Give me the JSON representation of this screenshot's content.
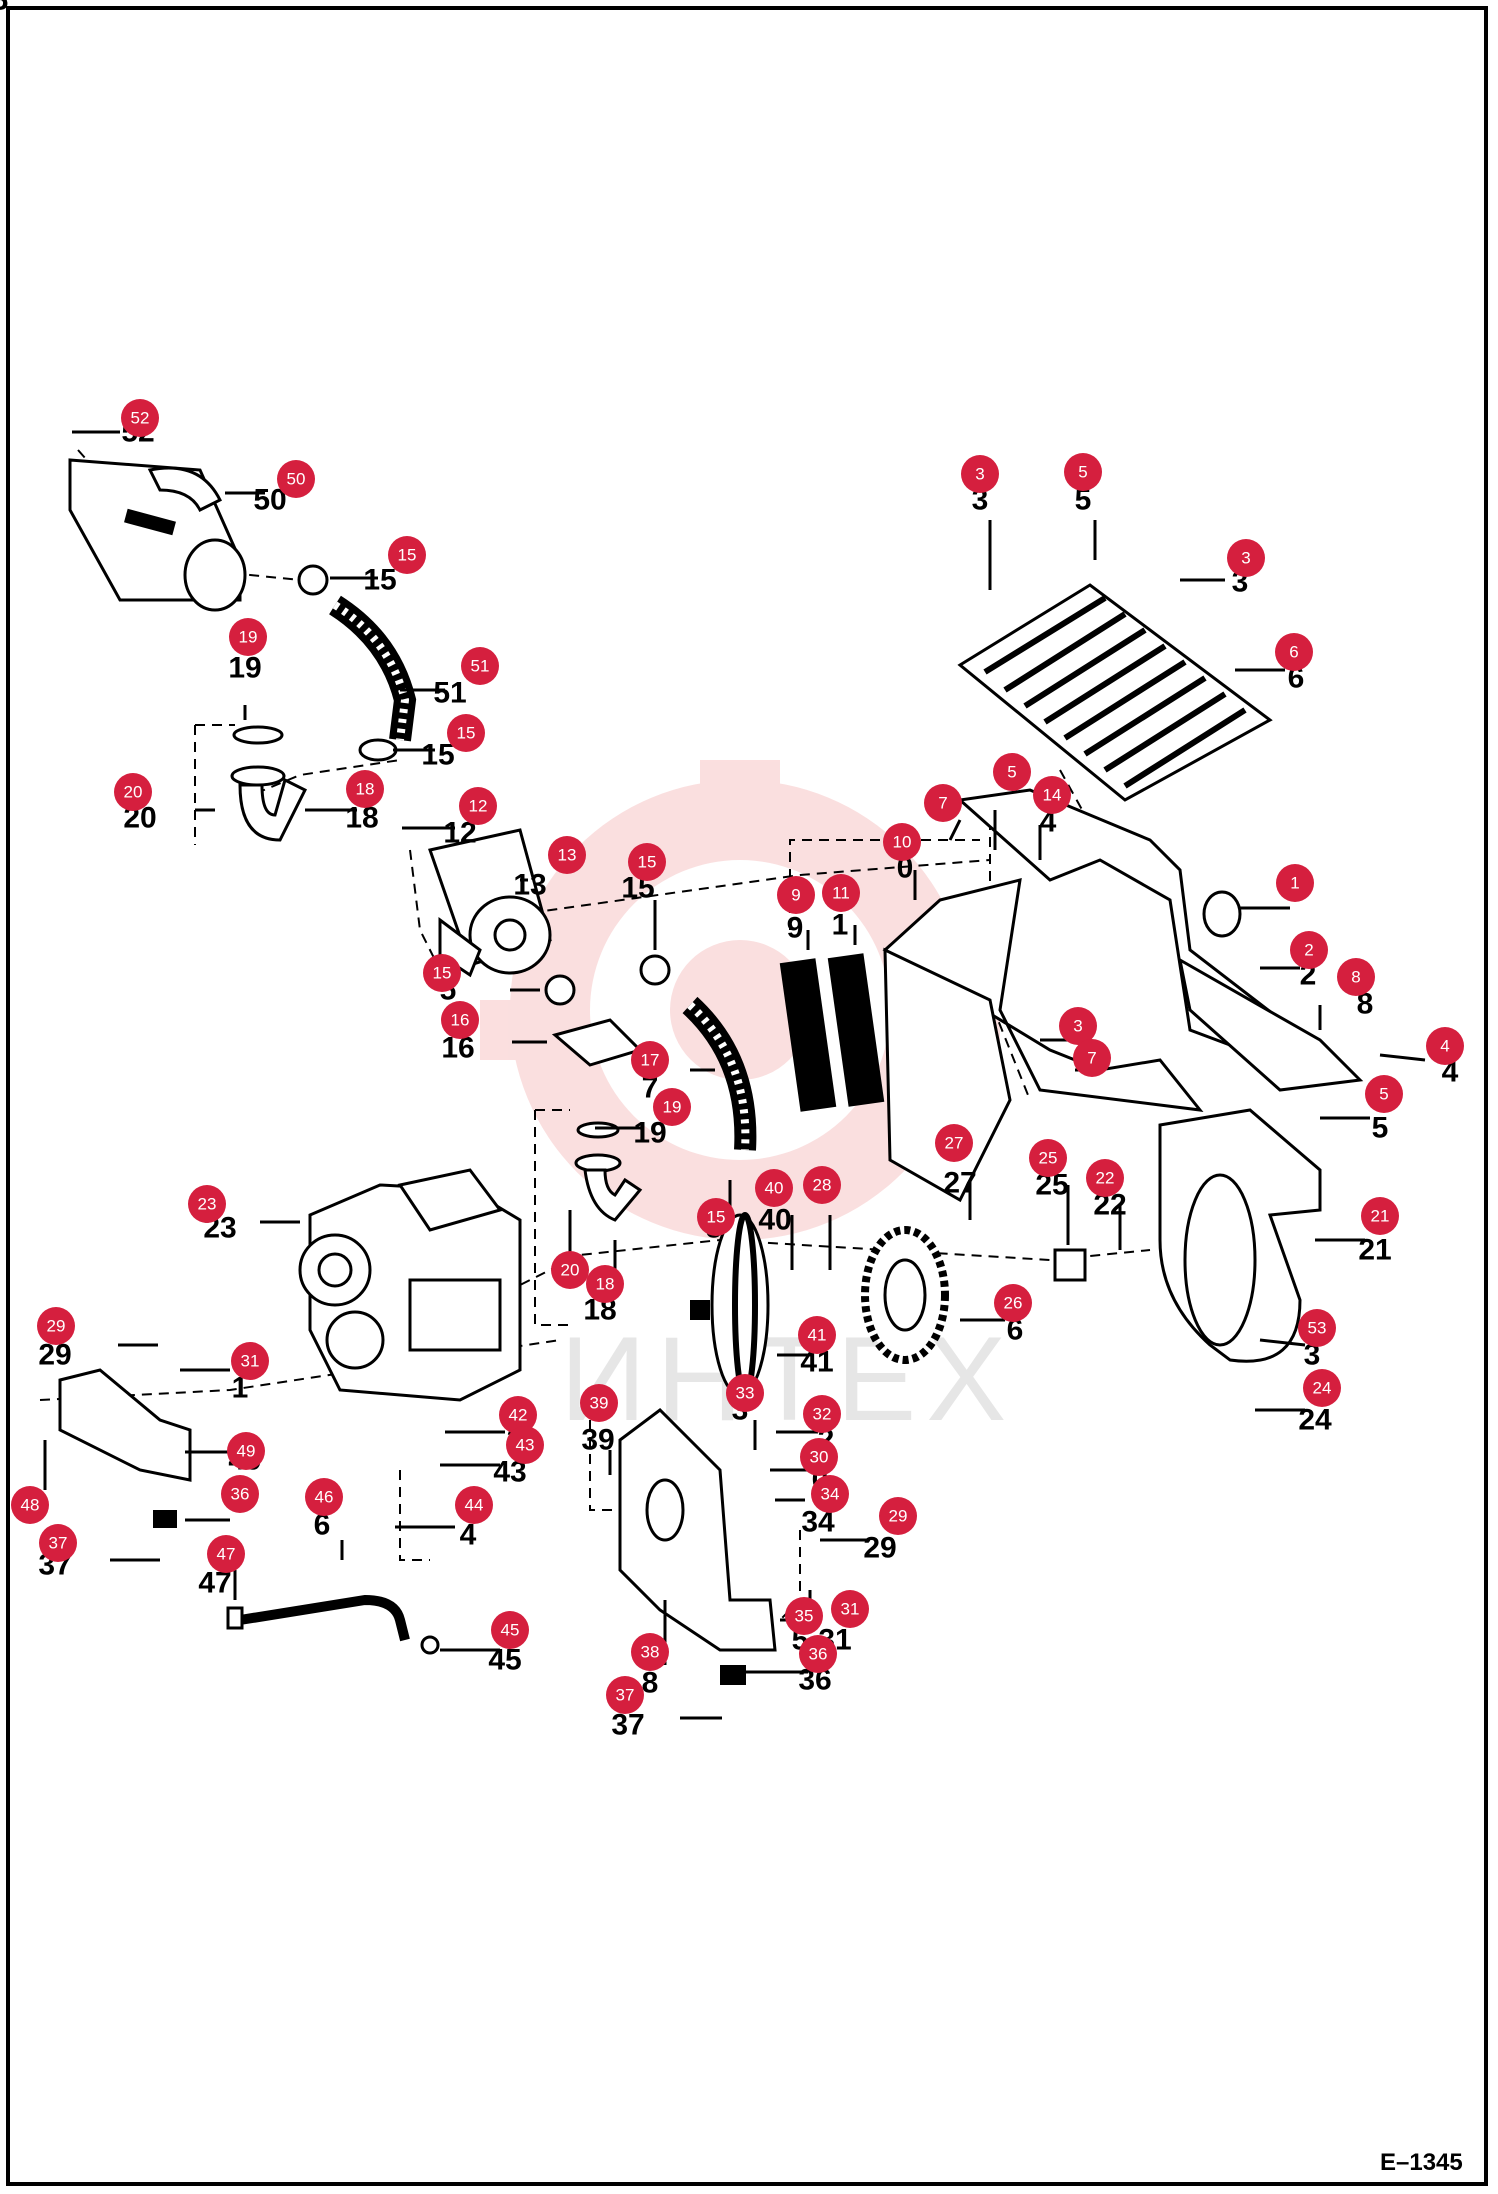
{
  "figure_code": "E–1345",
  "watermark_text": "ИНТЕХ",
  "colors": {
    "badge": "#d51f3e",
    "watermark": "#f7c5c5"
  },
  "callouts": [
    {
      "num": "52",
      "label": "52"
    },
    {
      "num": "50",
      "label": "50"
    },
    {
      "num": "15",
      "label": "15"
    },
    {
      "num": "51",
      "label": "51"
    },
    {
      "num": "15",
      "label": "15"
    },
    {
      "num": "19",
      "label": "19"
    },
    {
      "num": "20",
      "label": "20"
    },
    {
      "num": "18",
      "label": "18"
    },
    {
      "num": "12",
      "label": "12"
    },
    {
      "num": "13",
      "label": "13"
    },
    {
      "num": "15",
      "label": "15"
    },
    {
      "num": "15",
      "label": "5"
    },
    {
      "num": "16",
      "label": "16"
    },
    {
      "num": "17",
      "label": "7"
    },
    {
      "num": "19",
      "label": "19"
    },
    {
      "num": "20",
      "label": ""
    },
    {
      "num": "18",
      "label": "18"
    },
    {
      "num": "15",
      "label": "5"
    },
    {
      "num": "3",
      "label": "3"
    },
    {
      "num": "5",
      "label": "5"
    },
    {
      "num": "3",
      "label": "3"
    },
    {
      "num": "6",
      "label": "6"
    },
    {
      "num": "5",
      "label": ""
    },
    {
      "num": "14",
      "label": "4"
    },
    {
      "num": "7",
      "label": ""
    },
    {
      "num": "10",
      "label": "0"
    },
    {
      "num": "9",
      "label": "9"
    },
    {
      "num": "11",
      "label": "1"
    },
    {
      "num": "1",
      "label": ""
    },
    {
      "num": "2",
      "label": "2"
    },
    {
      "num": "8",
      "label": "8"
    },
    {
      "num": "3",
      "label": ""
    },
    {
      "num": "7",
      "label": ""
    },
    {
      "num": "4",
      "label": "4"
    },
    {
      "num": "5",
      "label": "5"
    },
    {
      "num": "27",
      "label": "27"
    },
    {
      "num": "25",
      "label": "25"
    },
    {
      "num": "22",
      "label": "22"
    },
    {
      "num": "21",
      "label": "21"
    },
    {
      "num": "23",
      "label": "23"
    },
    {
      "num": "40",
      "label": "40"
    },
    {
      "num": "28",
      "label": "8"
    },
    {
      "num": "41",
      "label": "41"
    },
    {
      "num": "26",
      "label": "6"
    },
    {
      "num": "53",
      "label": "3"
    },
    {
      "num": "24",
      "label": "24"
    },
    {
      "num": "29",
      "label": "29"
    },
    {
      "num": "31",
      "label": "1"
    },
    {
      "num": "33",
      "label": "3"
    },
    {
      "num": "39",
      "label": "39"
    },
    {
      "num": "32",
      "label": "2"
    },
    {
      "num": "30",
      "label": "0"
    },
    {
      "num": "34",
      "label": "34"
    },
    {
      "num": "29",
      "label": "29"
    },
    {
      "num": "31",
      "label": "31"
    },
    {
      "num": "35",
      "label": "5"
    },
    {
      "num": "36",
      "label": "36"
    },
    {
      "num": "38",
      "label": "8"
    },
    {
      "num": "37",
      "label": "37"
    },
    {
      "num": "42",
      "label": "2"
    },
    {
      "num": "43",
      "label": "43"
    },
    {
      "num": "44",
      "label": "4"
    },
    {
      "num": "45",
      "label": "45"
    },
    {
      "num": "46",
      "label": "6"
    },
    {
      "num": "47",
      "label": "47"
    },
    {
      "num": "36",
      "label": "6"
    },
    {
      "num": "49",
      "label": "49"
    },
    {
      "num": "48",
      "label": ""
    },
    {
      "num": "37",
      "label": "37"
    }
  ]
}
